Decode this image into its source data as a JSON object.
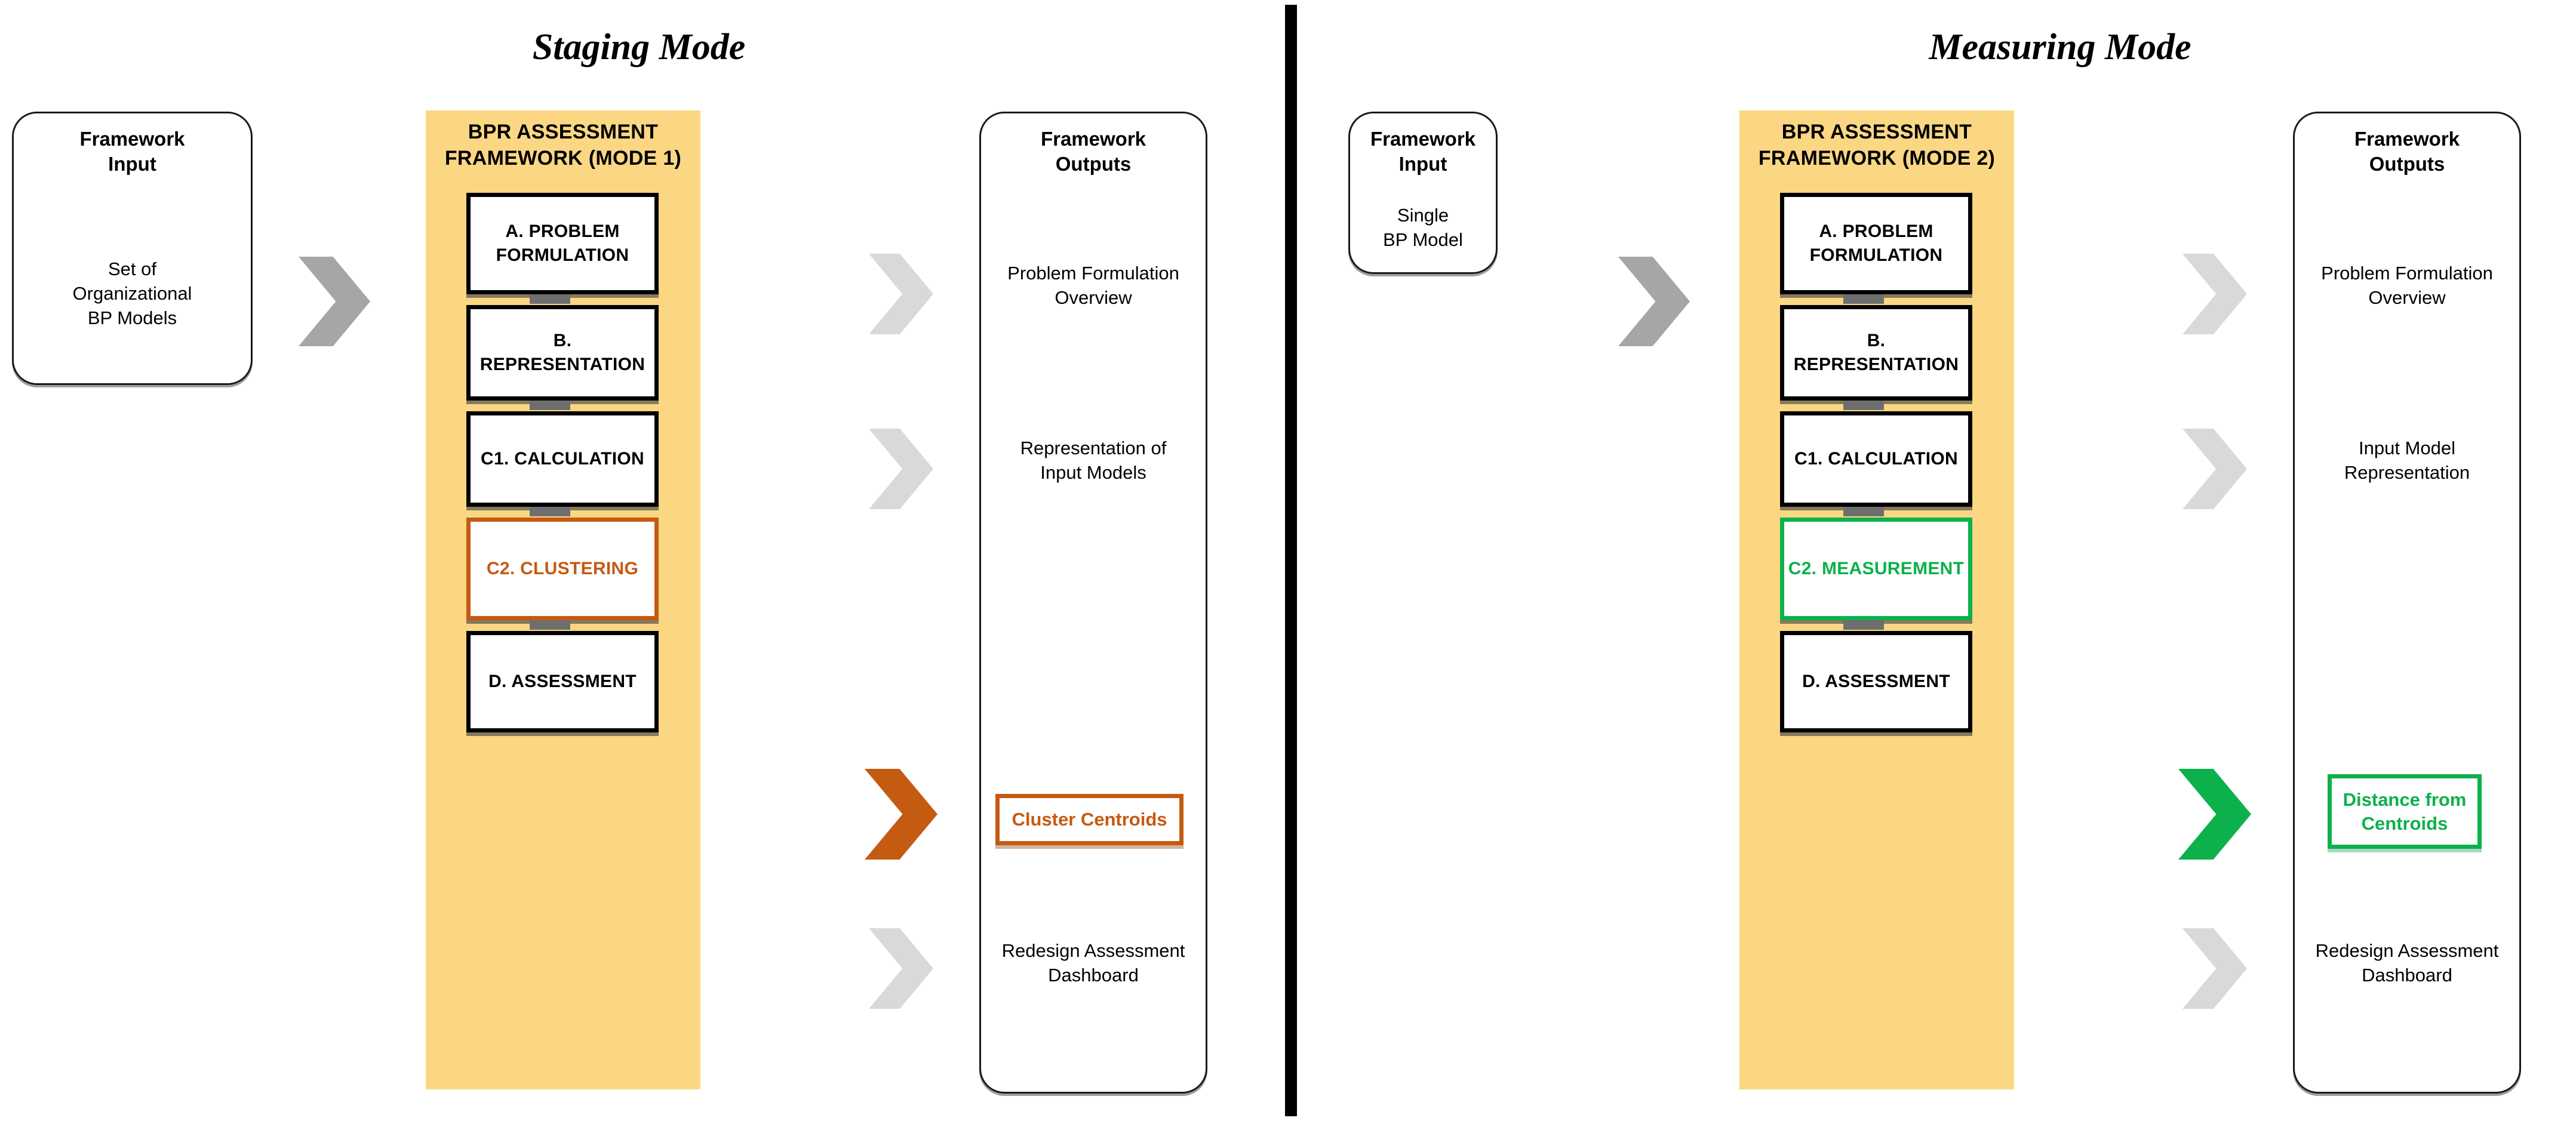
{
  "colors": {
    "framework_bg": "#FBD784",
    "accent_orange": "#C55A11",
    "accent_green": "#0CB14B",
    "arrow_gray_dark": "#A6A6A6",
    "arrow_gray_light": "#D9D9D9",
    "stage_border": "#000000"
  },
  "staging": {
    "title": "Staging Mode",
    "input": {
      "heading_line1": "Framework",
      "heading_line2": "Input",
      "body_line1": "Set of",
      "body_line2": "Organizational",
      "body_line3": "BP Models"
    },
    "framework": {
      "title_line1": "BPR ASSESSMENT",
      "title_line2": "FRAMEWORK (MODE 1)",
      "stages": [
        {
          "label": "A. PROBLEM\nFORMULATION",
          "line1": "A. PROBLEM",
          "line2": "FORMULATION",
          "accent": "none"
        },
        {
          "label": "B. REPRESENTATION",
          "line1": "B. REPRESENTATION",
          "line2": "",
          "accent": "none"
        },
        {
          "label": "C1. CALCULATION",
          "line1": "C1. CALCULATION",
          "line2": "",
          "accent": "none"
        },
        {
          "label": "C2. CLUSTERING",
          "line1": "C2. CLUSTERING",
          "line2": "",
          "accent": "orange"
        },
        {
          "label": "D. ASSESSMENT",
          "line1": "D. ASSESSMENT",
          "line2": "",
          "accent": "none"
        }
      ]
    },
    "outputs": {
      "heading_line1": "Framework",
      "heading_line2": "Outputs",
      "items": [
        {
          "line1": "Problem Formulation",
          "line2": "Overview",
          "highlight": "none"
        },
        {
          "line1": "Representation of",
          "line2": "Input Models",
          "highlight": "none"
        },
        {
          "line1": "Cluster Centroids",
          "line2": "",
          "highlight": "orange"
        },
        {
          "line1": "Redesign Assessment",
          "line2": "Dashboard",
          "highlight": "none"
        }
      ]
    }
  },
  "measuring": {
    "title": "Measuring Mode",
    "input": {
      "heading_line1": "Framework",
      "heading_line2": "Input",
      "body_line1": "Single",
      "body_line2": "BP Model",
      "body_line3": ""
    },
    "framework": {
      "title_line1": "BPR ASSESSMENT",
      "title_line2": "FRAMEWORK (MODE 2)",
      "stages": [
        {
          "label": "A. PROBLEM\nFORMULATION",
          "line1": "A. PROBLEM",
          "line2": "FORMULATION",
          "accent": "none"
        },
        {
          "label": "B. REPRESENTATION",
          "line1": "B. REPRESENTATION",
          "line2": "",
          "accent": "none"
        },
        {
          "label": "C1. CALCULATION",
          "line1": "C1. CALCULATION",
          "line2": "",
          "accent": "none"
        },
        {
          "label": "C2. MEASUREMENT",
          "line1": "C2. MEASUREMENT",
          "line2": "",
          "accent": "green"
        },
        {
          "label": "D. ASSESSMENT",
          "line1": "D. ASSESSMENT",
          "line2": "",
          "accent": "none"
        }
      ]
    },
    "outputs": {
      "heading_line1": "Framework",
      "heading_line2": "Outputs",
      "items": [
        {
          "line1": "Problem Formulation",
          "line2": "Overview",
          "highlight": "none"
        },
        {
          "line1": "Input Model",
          "line2": "Representation",
          "highlight": "none"
        },
        {
          "line1": "Distance from",
          "line2": "Centroids",
          "highlight": "green"
        },
        {
          "line1": "Redesign Assessment",
          "line2": "Dashboard",
          "highlight": "none"
        }
      ]
    }
  }
}
